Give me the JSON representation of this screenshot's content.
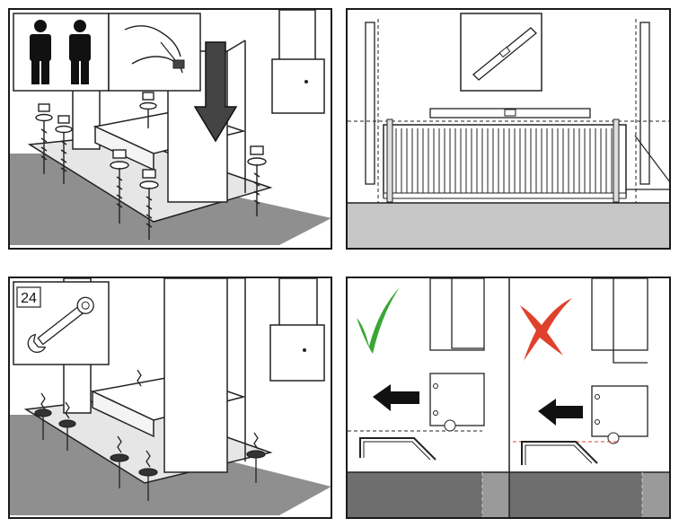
{
  "wrench_size": "24",
  "panels": [
    {
      "name": "anchor-bolt-placement",
      "people_count": 2
    },
    {
      "name": "gate-alignment-level"
    },
    {
      "name": "bolt-tightening"
    },
    {
      "name": "rack-height-check",
      "correct_mark": "check",
      "wrong_mark": "cross"
    }
  ],
  "colors": {
    "ground": "#8f8f8f",
    "ground_dark": "#6e6e6e",
    "floor": "#c6c6c6",
    "check": "#3aa635",
    "cross": "#e0412c",
    "guide_red": "#e0412c"
  }
}
